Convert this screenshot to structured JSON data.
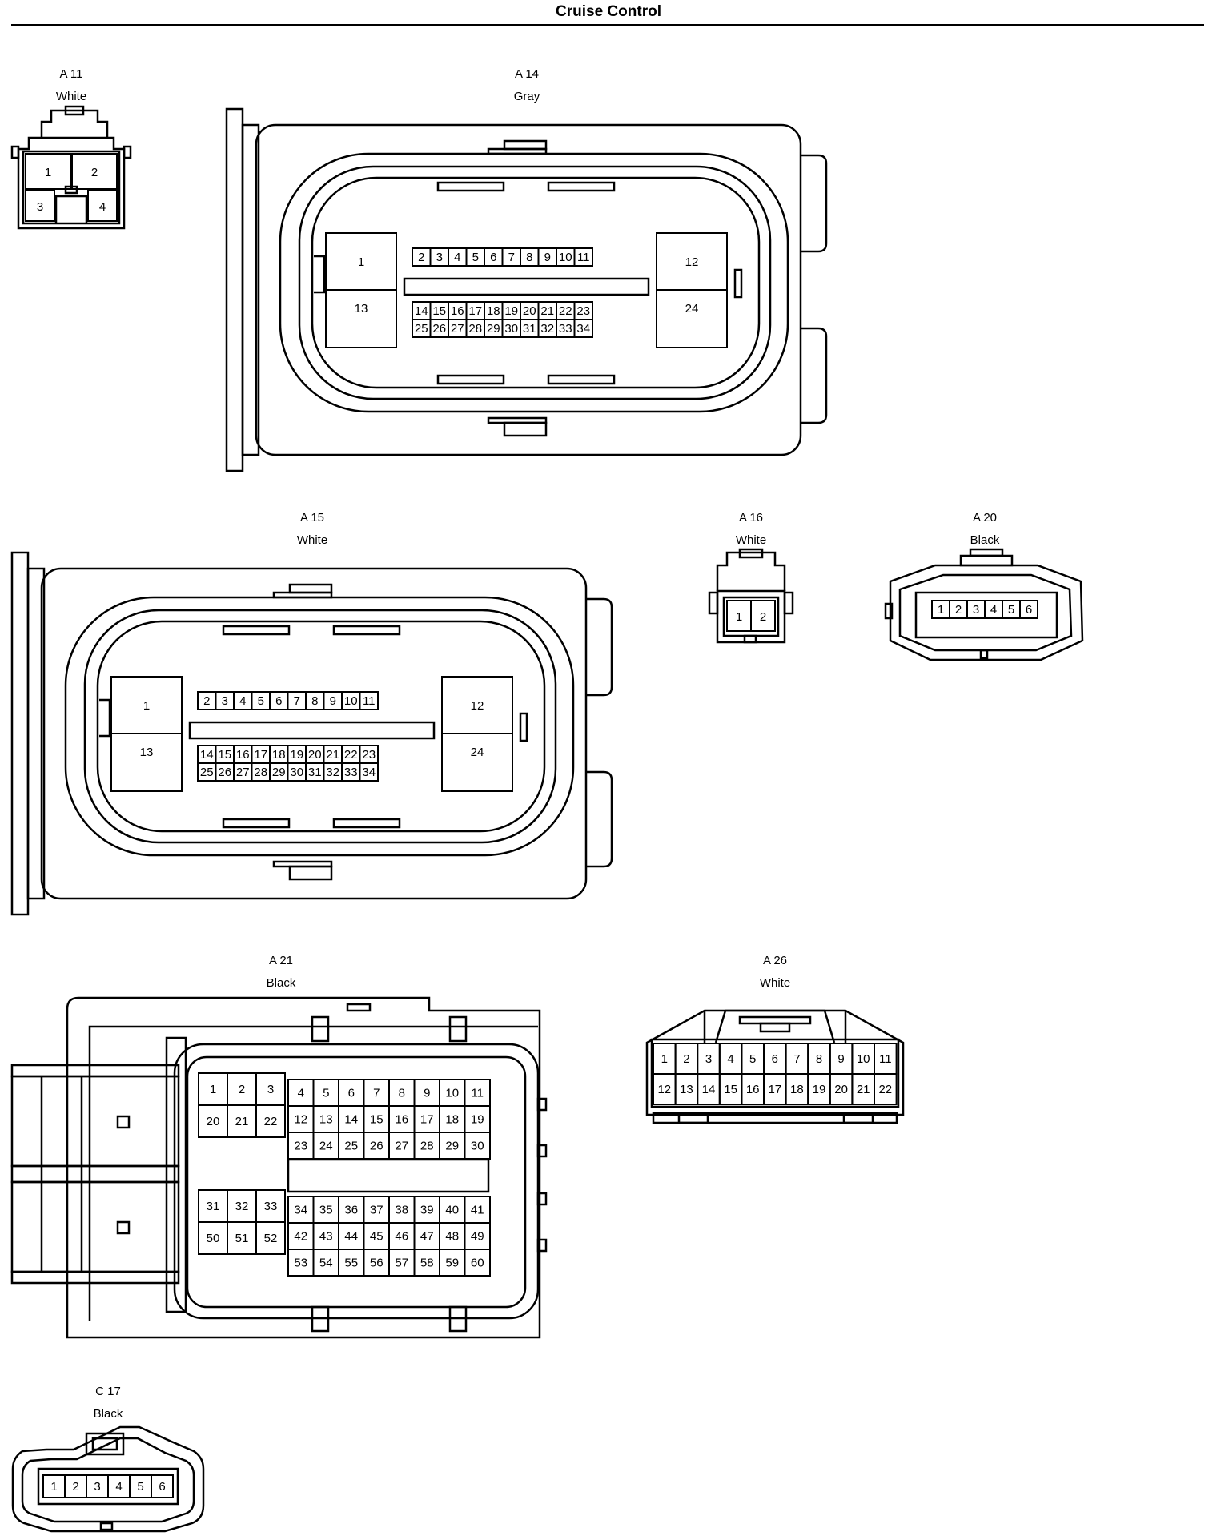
{
  "page": {
    "title": "Cruise Control"
  },
  "connectors": [
    {
      "id": "A 11",
      "color": "White",
      "pins": [
        "1",
        "2",
        "3",
        "4"
      ]
    },
    {
      "id": "A 14",
      "color": "Gray",
      "pins": [
        "1",
        "2",
        "3",
        "4",
        "5",
        "6",
        "7",
        "8",
        "9",
        "10",
        "11",
        "12",
        "13",
        "14",
        "15",
        "16",
        "17",
        "18",
        "19",
        "20",
        "21",
        "22",
        "23",
        "24",
        "25",
        "26",
        "27",
        "28",
        "29",
        "30",
        "31",
        "32",
        "33",
        "34"
      ]
    },
    {
      "id": "A 15",
      "color": "White",
      "pins": [
        "1",
        "2",
        "3",
        "4",
        "5",
        "6",
        "7",
        "8",
        "9",
        "10",
        "11",
        "12",
        "13",
        "14",
        "15",
        "16",
        "17",
        "18",
        "19",
        "20",
        "21",
        "22",
        "23",
        "24",
        "25",
        "26",
        "27",
        "28",
        "29",
        "30",
        "31",
        "32",
        "33",
        "34"
      ]
    },
    {
      "id": "A 16",
      "color": "White",
      "pins": [
        "1",
        "2"
      ]
    },
    {
      "id": "A 20",
      "color": "Black",
      "pins": [
        "1",
        "2",
        "3",
        "4",
        "5",
        "6"
      ]
    },
    {
      "id": "A 21",
      "color": "Black",
      "pins": [
        "1",
        "2",
        "3",
        "4",
        "5",
        "6",
        "7",
        "8",
        "9",
        "10",
        "11",
        "12",
        "13",
        "14",
        "15",
        "16",
        "17",
        "18",
        "19",
        "20",
        "21",
        "22",
        "23",
        "24",
        "25",
        "26",
        "27",
        "28",
        "29",
        "30",
        "31",
        "32",
        "33",
        "34",
        "35",
        "36",
        "37",
        "38",
        "39",
        "40",
        "41",
        "42",
        "43",
        "44",
        "45",
        "46",
        "47",
        "48",
        "49",
        "50",
        "51",
        "52",
        "53",
        "54",
        "55",
        "56",
        "57",
        "58",
        "59",
        "60"
      ]
    },
    {
      "id": "A 26",
      "color": "White",
      "pins": [
        "1",
        "2",
        "3",
        "4",
        "5",
        "6",
        "7",
        "8",
        "9",
        "10",
        "11",
        "12",
        "13",
        "14",
        "15",
        "16",
        "17",
        "18",
        "19",
        "20",
        "21",
        "22"
      ]
    },
    {
      "id": "C 17",
      "color": "Black",
      "pins": [
        "1",
        "2",
        "3",
        "4",
        "5",
        "6"
      ]
    }
  ]
}
